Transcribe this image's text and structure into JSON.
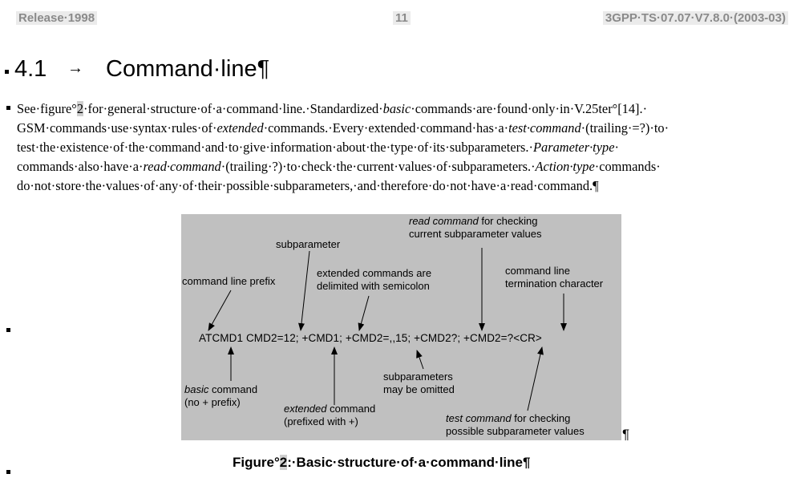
{
  "header": {
    "release": "Release·1998",
    "page_number": "11",
    "spec": "3GPP·TS·07.07·V7.8.0·(2003-03)"
  },
  "section": {
    "number": "4.1",
    "arrow": "→",
    "title": "Command·line¶"
  },
  "paragraph": {
    "l1_a": "See·figure°",
    "l1_fig": "2",
    "l1_b": "·for·general·structure·of·a·command·line.·Standardized·",
    "l1_basic": "basic",
    "l1_c": "·commands·are·found·only·in·V.25ter°[14].·",
    "l2_a": "GSM·commands·use·syntax·rules·of·",
    "l2_ext": "extended",
    "l2_b": "·commands.·Every·extended·command·has·a·",
    "l2_test": "test·command",
    "l2_c": "·(trailing·=?)·to·",
    "l3_a": "test·the·existence·of·the·command·and·to·give·information·about·the·type·of·its·subparameters.·",
    "l3_ptype": "Parameter·type",
    "l3_b": "·",
    "l4_a": "commands·also·have·a·",
    "l4_read": "read·command",
    "l4_b": "·(trailing·?)·to·check·the·current·values·of·subparameters.·",
    "l4_atype": "Action·type",
    "l4_c": "·commands·",
    "l5": "do·not·store·the·values·of·any·of·their·possible·subparameters,·and·therefore·do·not·have·a·read·command.¶"
  },
  "figure": {
    "command_line": "ATCMD1 CMD2=12; +CMD1; +CMD2=,,15; +CMD2?; +CMD2=?<CR>",
    "labels": {
      "prefix": "command line prefix",
      "subparameter": "subparameter",
      "extended_delim_1": "extended commands are",
      "extended_delim_2": "delimited with semicolon",
      "read_cmd_italic": "read command",
      "read_cmd_1": " for checking",
      "read_cmd_2": "current subparameter values",
      "termination_1": "command line",
      "termination_2": "termination character",
      "basic_italic": "basic",
      "basic_1": " command",
      "basic_2": "(no + prefix)",
      "extended_italic": "extended",
      "extended_1": " command",
      "extended_2": "(prefixed with +)",
      "omitted_1": "subparameters",
      "omitted_2": "may be omitted",
      "test_italic": "test command",
      "test_1": " for checking",
      "test_2": "possible subparameter values"
    },
    "pilcrow": "¶"
  },
  "caption": {
    "prefix": "Figure°",
    "number": "2",
    "text": ":·Basic·structure·of·a·command·line¶"
  }
}
